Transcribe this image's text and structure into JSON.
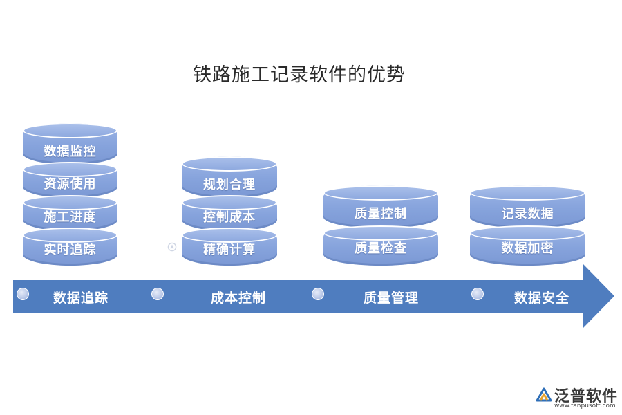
{
  "title": "铁路施工记录软件的优势",
  "stacks": [
    {
      "layers": [
        "数据监控",
        "资源使用",
        "施工进度",
        "实时追踪"
      ]
    },
    {
      "layers": [
        "规划合理",
        "控制成本",
        "精确计算"
      ]
    },
    {
      "layers": [
        "质量控制",
        "质量检查"
      ]
    },
    {
      "layers": [
        "记录数据",
        "数据加密"
      ]
    }
  ],
  "timeline": {
    "steps": [
      "数据追踪",
      "成本控制",
      "质量管理",
      "数据安全"
    ]
  },
  "logo": {
    "name": "泛普软件",
    "site": "www.fanpusoft.com"
  },
  "colors": {
    "cylinder": "#8ba6de",
    "arrow": "#4f7dbf",
    "text_light": "#ffffff"
  }
}
